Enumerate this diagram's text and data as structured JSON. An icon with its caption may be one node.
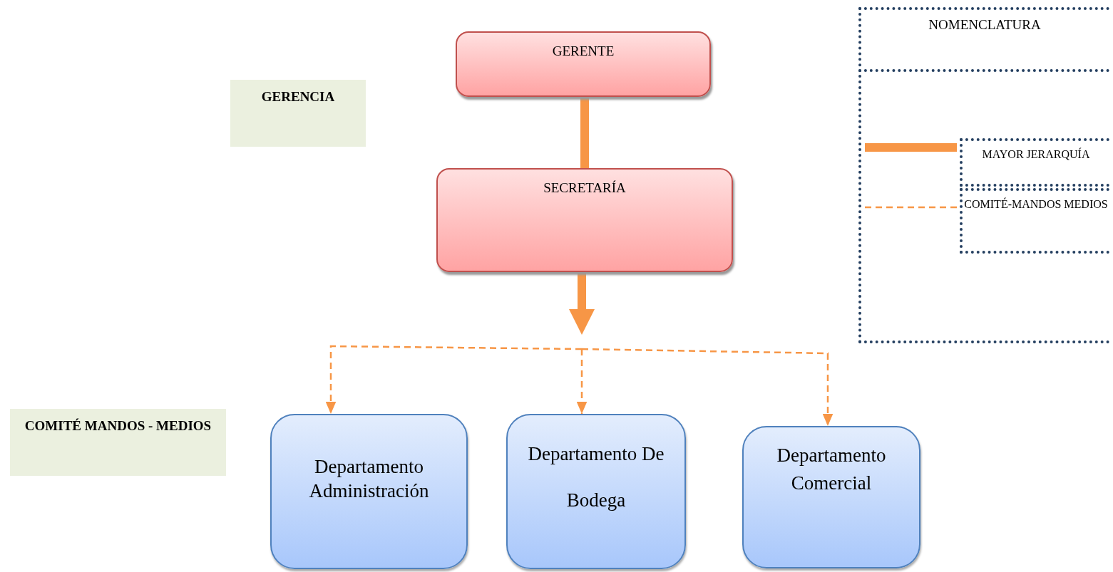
{
  "diagram": {
    "nodes": [
      {
        "text": [
          "GERENTE"
        ]
      },
      {
        "text": [
          "GERENCIA"
        ]
      },
      {
        "text": [
          "SECRETARÍA"
        ]
      },
      {
        "text": [
          "COMITÉ MANDOS - MEDIOS"
        ]
      },
      {
        "text": [
          "Departamento Administración"
        ]
      },
      {
        "text": [
          "Departamento De Bodega"
        ]
      },
      {
        "text": [
          "Departamento Comercial"
        ]
      }
    ],
    "edges": [
      {
        "from": 0,
        "to": 2,
        "arrow": "none",
        "style": "thick"
      },
      {
        "from": 2,
        "to": null,
        "arrow": "to",
        "style": "thick"
      },
      {
        "from": null,
        "to": 4,
        "arrow": "to",
        "style": "dashed"
      },
      {
        "from": null,
        "to": 5,
        "arrow": "to",
        "style": "dashed"
      },
      {
        "from": null,
        "to": 6,
        "arrow": "to",
        "style": "dashed"
      }
    ],
    "labels": [
      "NOMENCLATURA"
    ],
    "legend": [
      {
        "text": "MAYOR JERARQUÍA"
      },
      {
        "text": "COMITÉ-MANDOS MEDIOS"
      }
    ]
  }
}
